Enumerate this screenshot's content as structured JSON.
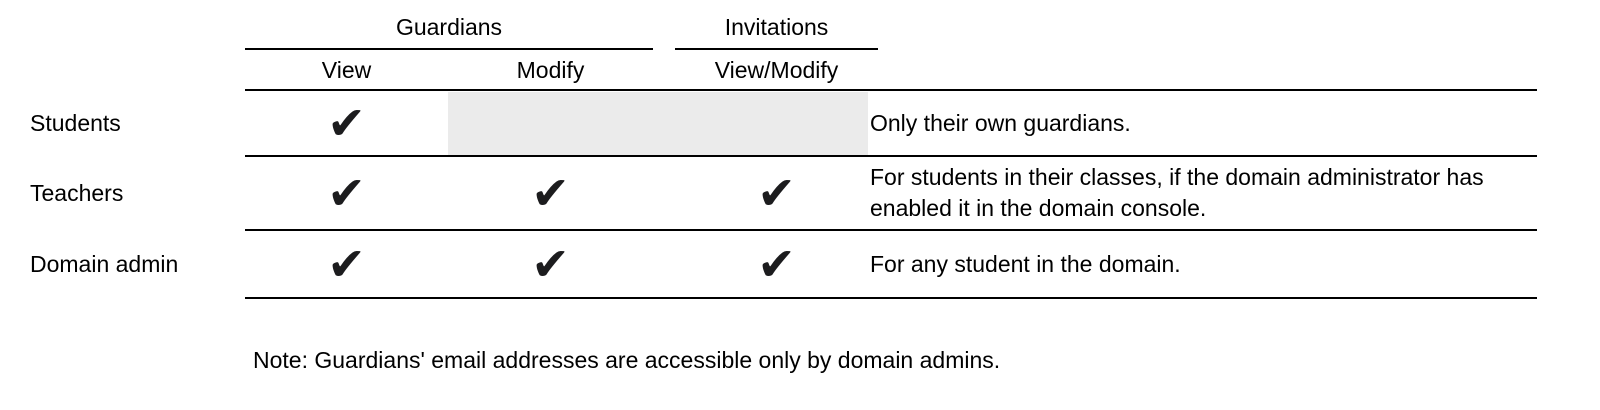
{
  "colors": {
    "background": "#ffffff",
    "text": "#000000",
    "line": "#000000",
    "checkmark": "#1c1c1e",
    "disabled_cell": "#ebebeb"
  },
  "table": {
    "group_headers": [
      {
        "label": "Guardians"
      },
      {
        "label": "Invitations"
      }
    ],
    "column_headers": {
      "guardians_view": "View",
      "guardians_modify": "Modify",
      "invitations_view_modify": "View/Modify"
    },
    "rows": [
      {
        "label": "Students",
        "checks": {
          "view": "✔"
        },
        "modify_and_invitations_disabled": true,
        "note": "Only their own guardians."
      },
      {
        "label": "Teachers",
        "checks": {
          "view": "✔",
          "modify": "✔",
          "view_modify": "✔"
        },
        "note": "For students in their classes, if the domain administrator has enabled it in the domain console."
      },
      {
        "label": "Domain admin",
        "checks": {
          "view": "✔",
          "modify": "✔",
          "view_modify": "✔"
        },
        "note": "For any student in the domain."
      }
    ]
  },
  "footnote": "Note: Guardians' email addresses are accessible only by domain admins."
}
